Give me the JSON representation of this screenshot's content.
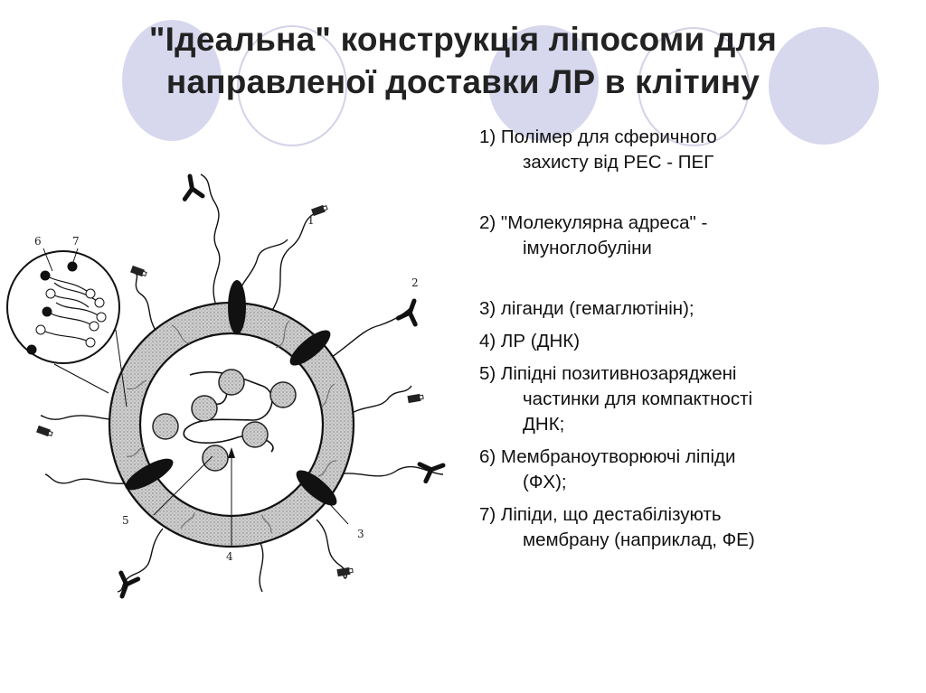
{
  "title": {
    "line1": "\"Ідеальна\" конструкція ліпосоми для",
    "line2": "направленої доставки ЛР в клітину"
  },
  "legend": [
    {
      "first": "1) Полімер для сферичного",
      "rest": [
        "захисту від РЕС - ПЕГ"
      ]
    },
    {
      "first": "2) \"Молекулярна адреса\" -",
      "rest": [
        "імуноглобуліни"
      ]
    },
    {
      "first": "3) ліганди (гемаглютінін);",
      "rest": []
    },
    {
      "first": "4) ЛР (ДНК)",
      "rest": []
    },
    {
      "first": "5) Ліпідні позитивнозаряджені",
      "rest": [
        "частинки для компактності",
        "ДНК;"
      ]
    },
    {
      "first": "6) Мембраноутворюючі ліпіди",
      "rest": [
        "(ФХ);"
      ]
    },
    {
      "first": "7) Ліпіди, що дестабілізують",
      "rest": [
        "мембрану (наприклад, ФЕ)"
      ]
    }
  ],
  "diagram_labels": {
    "n1": "1",
    "n2": "2",
    "n3": "3",
    "n4": "4",
    "n5": "5",
    "n6": "6",
    "n7": "7"
  }
}
